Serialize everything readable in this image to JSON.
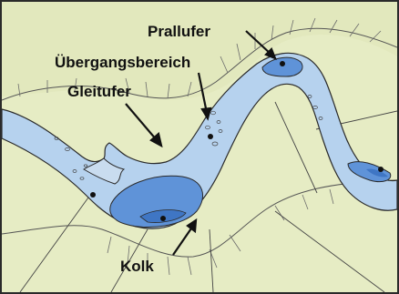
{
  "labels": {
    "prallufer": "Prallufer",
    "uebergangsbereich": "Übergangsbereich",
    "gleitufer": "Gleitufer",
    "kolk": "Kolk"
  },
  "colors": {
    "bank": "#e6ecc4",
    "river_shallow": "#b6d2ee",
    "river_deep": "#5f93d8",
    "outline": "#2a2a2a"
  }
}
